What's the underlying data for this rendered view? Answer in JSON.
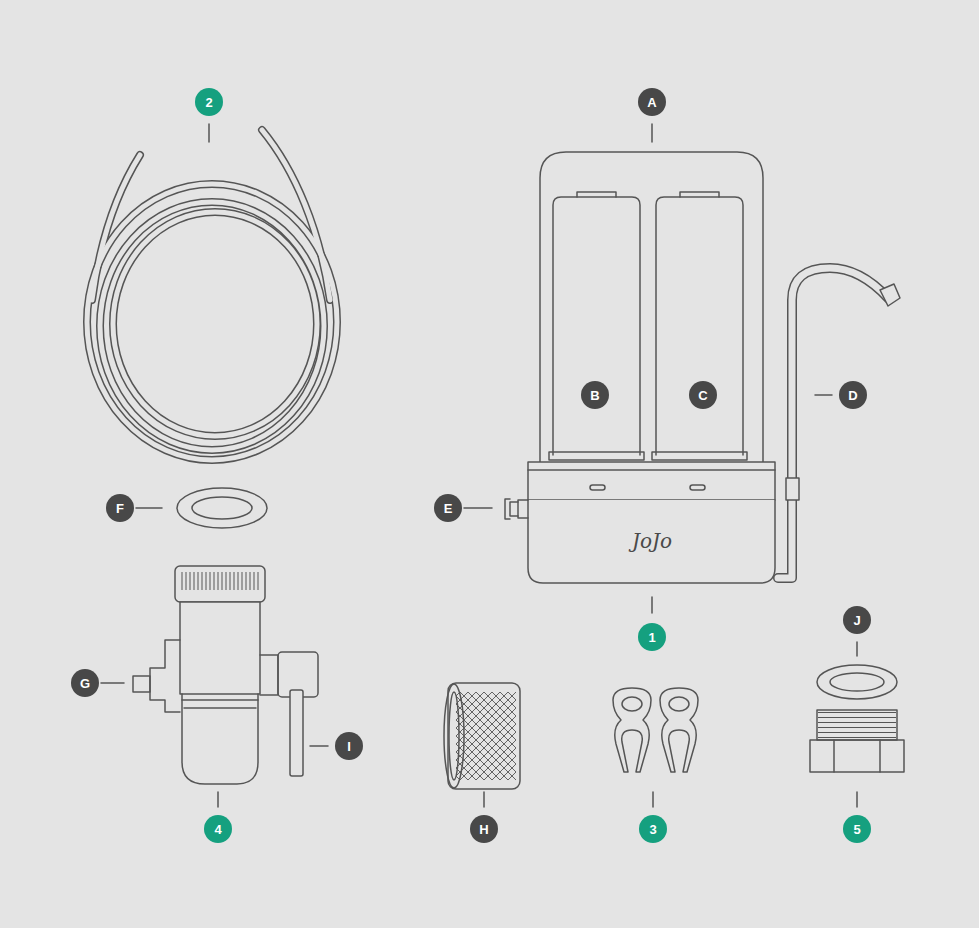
{
  "diagram": {
    "nodes": [
      {
        "text": [
          "2"
        ]
      },
      {
        "text": [
          "A"
        ]
      },
      {
        "text": [
          "B"
        ]
      },
      {
        "text": [
          "C"
        ]
      },
      {
        "text": [
          "D"
        ]
      },
      {
        "text": [
          "F"
        ]
      },
      {
        "text": [
          "E"
        ]
      },
      {
        "text": [
          "J"
        ]
      },
      {
        "text": [
          "1"
        ]
      },
      {
        "text": [
          "G"
        ]
      },
      {
        "text": [
          "I"
        ]
      },
      {
        "text": [
          "4"
        ]
      },
      {
        "text": [
          "H"
        ]
      },
      {
        "text": [
          "3"
        ]
      },
      {
        "text": [
          "5"
        ]
      }
    ],
    "labels": [
      "JoJo"
    ]
  }
}
